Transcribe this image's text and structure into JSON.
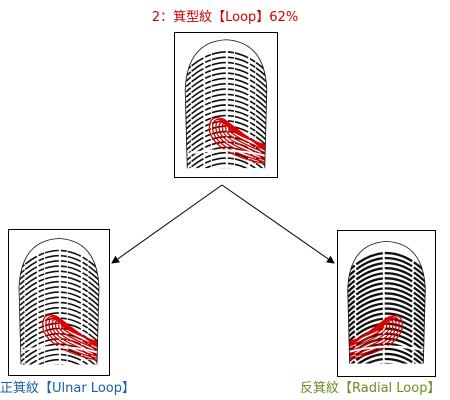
{
  "labels": {
    "top": "2：箕型紋【Loop】62%",
    "left": "正箕紋【Ulnar Loop】",
    "right": "反箕紋【Radial Loop】"
  },
  "colors": {
    "top_label": "#cc0000",
    "left_label": "#1a5fa8",
    "right_label": "#6b8e23",
    "ridge": "#111111",
    "loop_highlight": "#dd0000",
    "arrow": "#000000"
  },
  "icons": {
    "top": "fingerprint-loop-icon",
    "left": "fingerprint-ulnar-loop-icon",
    "right": "fingerprint-radial-loop-icon"
  }
}
